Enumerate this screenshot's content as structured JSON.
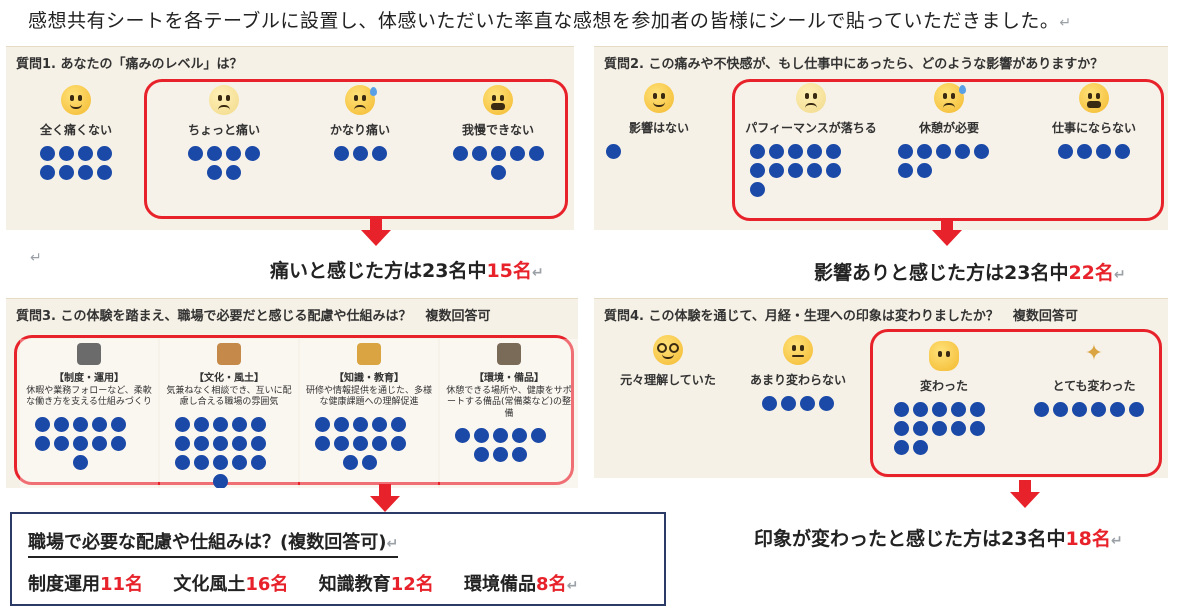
{
  "intro": "感想共有シートを各テーブルに設置し、体感いただいた率直な感想を参加者の皆様にシールで貼っていただきました。",
  "ret_mark": "↵",
  "q1": {
    "title": "質問1.  あなたの「痛みのレベル」は？",
    "options": [
      {
        "label": "全く痛くない",
        "count": 8,
        "emoji": "smile"
      },
      {
        "label": "ちょっと痛い",
        "count": 6,
        "emoji": "pale"
      },
      {
        "label": "かなり痛い",
        "count": 3,
        "emoji": "sweat"
      },
      {
        "label": "我慢できない",
        "count": 6,
        "emoji": "cry"
      }
    ],
    "result_prefix": "痛いと感じた方は23名中",
    "result_num": "15名"
  },
  "q2": {
    "title": "質問2.  この痛みや不快感が、もし仕事中にあったら、どのような影響がありますか？",
    "options": [
      {
        "label": "影響はない",
        "count": 1,
        "emoji": "smile"
      },
      {
        "label": "パフィーマンスが落ちる",
        "count": 11,
        "emoji": "pale"
      },
      {
        "label": "休憩が必要",
        "count": 7,
        "emoji": "sweat"
      },
      {
        "label": "仕事にならない",
        "count": 4,
        "emoji": "cry"
      }
    ],
    "result_prefix": "影響ありと感じた方は23名中",
    "result_num": "22名"
  },
  "q3": {
    "title": "質問3.  この体験を踏まえ、職場で必要だと感じる配慮や仕組みは？",
    "subtitle": "複数回答可",
    "categories": [
      {
        "title": "【制度・運用】",
        "desc": "休暇や業務フォローなど、柔軟な働き方を支える仕組みづくり",
        "count": 11,
        "color": "#6b6b6b"
      },
      {
        "title": "【文化・風土】",
        "desc": "気兼ねなく相談でき、互いに配慮し合える職場の雰囲気",
        "count": 16,
        "color": "#c58a4a"
      },
      {
        "title": "【知識・教育】",
        "desc": "研修や情報提供を通じた、多様な健康課題への理解促進",
        "count": 12,
        "color": "#d9a441"
      },
      {
        "title": "【環境・備品】",
        "desc": "休憩できる場所や、健康をサポートする備品(常備薬など)の整備",
        "count": 8,
        "color": "#7a6a58"
      }
    ]
  },
  "q4": {
    "title": "質問4.  この体験を通じて、月経・生理への印象は変わりましたか？",
    "subtitle": "複数回答可",
    "options": [
      {
        "label": "元々理解していた",
        "count": 0,
        "emoji": "glasses"
      },
      {
        "label": "あまり変わらない",
        "count": 4,
        "emoji": "flat"
      },
      {
        "label": "変わった",
        "count": 12,
        "emoji": "clap"
      },
      {
        "label": "とても変わった",
        "count": 6,
        "emoji": "sparkle"
      }
    ],
    "result_prefix": "印象が変わったと感じた方は23名中",
    "result_num": "18名"
  },
  "summary": {
    "title": "職場で必要な配慮や仕組みは？(複数回答可)",
    "items": [
      {
        "label": "制度運用",
        "num": "11名"
      },
      {
        "label": "文化風土",
        "num": "16名"
      },
      {
        "label": "知識教育",
        "num": "12名"
      },
      {
        "label": "環境備品",
        "num": "8名"
      }
    ]
  },
  "colors": {
    "accent_red": "#e8222a",
    "sticker_blue": "#1a49a8",
    "panel_bg": "#f6f1e6",
    "summary_border": "#2b3a67"
  }
}
